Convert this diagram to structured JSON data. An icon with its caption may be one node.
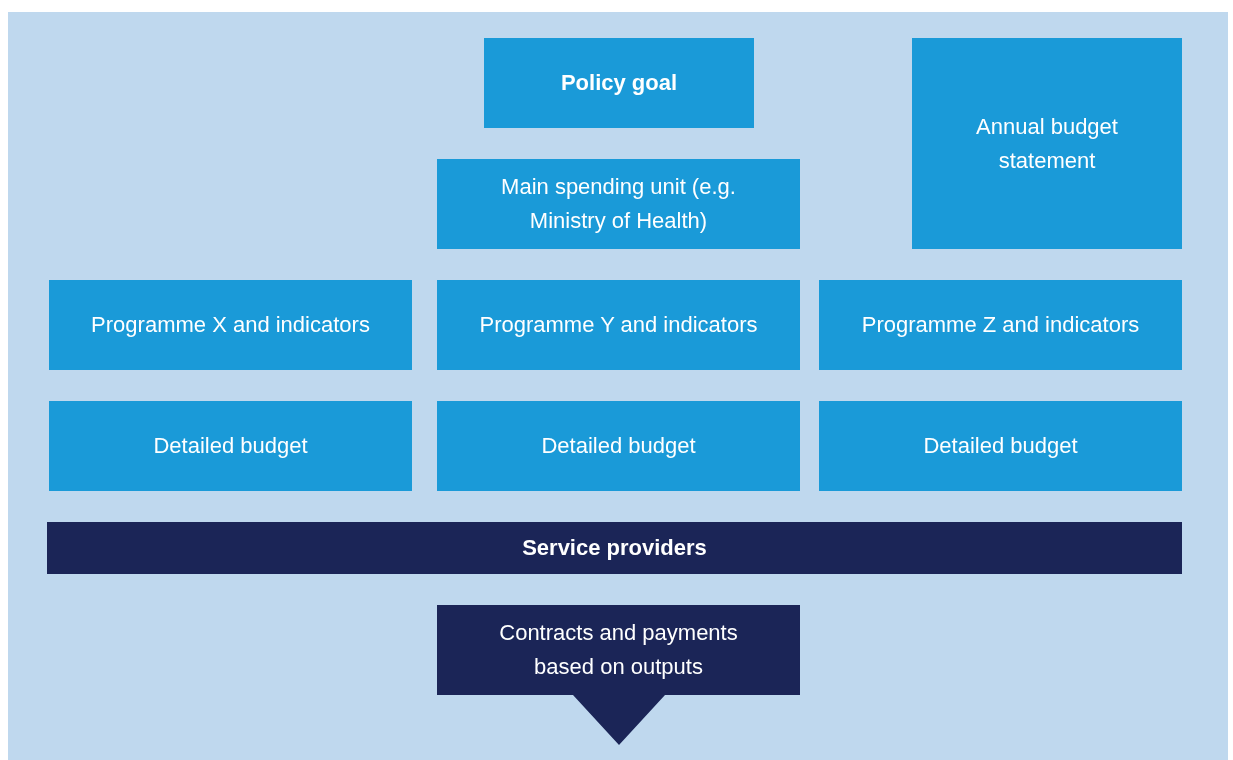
{
  "diagram": {
    "nodes": [
      {
        "text": [
          "Policy goal"
        ]
      },
      {
        "text": [
          "Annual budget statement"
        ]
      },
      {
        "text": [
          "Main spending unit (e.g. Ministry of Health)"
        ]
      },
      {
        "text": [
          "Programme X and indicators"
        ]
      },
      {
        "text": [
          "Programme Y and indicators"
        ]
      },
      {
        "text": [
          "Programme Z and indicators"
        ]
      },
      {
        "text": [
          "Detailed budget"
        ]
      },
      {
        "text": [
          "Detailed budget"
        ]
      },
      {
        "text": [
          "Detailed budget"
        ]
      },
      {
        "text": [
          "Service providers"
        ]
      },
      {
        "text": [
          "Contracts and payments based on outputs"
        ]
      }
    ]
  }
}
